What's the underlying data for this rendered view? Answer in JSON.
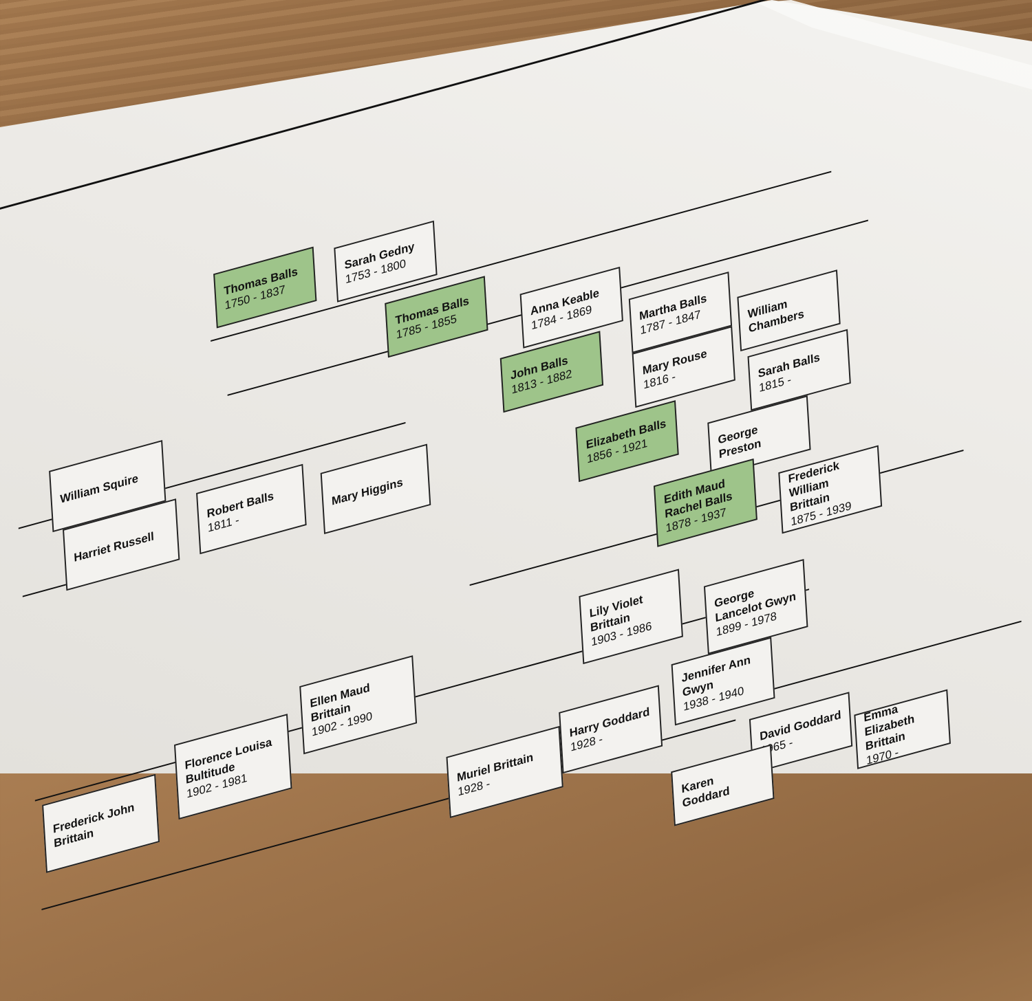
{
  "tree": {
    "people": [
      {
        "id": "thomas-balls-1750",
        "name": "Thomas Balls",
        "dates": "1750 - 1837",
        "highlight": true
      },
      {
        "id": "sarah-gedny",
        "name": "Sarah Gedny",
        "dates": "1753 - 1800",
        "highlight": false
      },
      {
        "id": "thomas-balls-1785",
        "name": "Thomas Balls",
        "dates": "1785 - 1855",
        "highlight": true
      },
      {
        "id": "anna-keable",
        "name": "Anna Keable",
        "dates": "1784 - 1869",
        "highlight": false
      },
      {
        "id": "martha-balls",
        "name": "Martha Balls",
        "dates": "1787 - 1847",
        "highlight": false
      },
      {
        "id": "william-chambers",
        "name": "William Chambers",
        "dates": "",
        "highlight": false
      },
      {
        "id": "john-balls",
        "name": "John Balls",
        "dates": "1813 - 1882",
        "highlight": true
      },
      {
        "id": "mary-rouse",
        "name": "Mary Rouse",
        "dates": "1816 -",
        "highlight": false
      },
      {
        "id": "sarah-balls",
        "name": "Sarah Balls",
        "dates": "1815 -",
        "highlight": false
      },
      {
        "id": "elizabeth-balls",
        "name": "Elizabeth Balls",
        "dates": "1856 - 1921",
        "highlight": true
      },
      {
        "id": "george-preston",
        "name": "George Preston",
        "dates": "",
        "highlight": false
      },
      {
        "id": "edith-maud-rachel-balls",
        "name": "Edith Maud Rachel Balls",
        "dates": "1878 - 1937",
        "highlight": true
      },
      {
        "id": "frederick-william-brittain",
        "name": "Frederick William Brittain",
        "dates": "1875 - 1939",
        "highlight": false
      },
      {
        "id": "william-squire",
        "name": "William Squire",
        "dates": "",
        "highlight": false
      },
      {
        "id": "robert-balls",
        "name": "Robert Balls",
        "dates": "1811 -",
        "highlight": false
      },
      {
        "id": "mary-higgins",
        "name": "Mary Higgins",
        "dates": "",
        "highlight": false
      },
      {
        "id": "harriet-russell",
        "name": "Harriet Russell",
        "dates": "",
        "highlight": false
      },
      {
        "id": "lily-violet-brittain",
        "name": "Lily Violet Brittain",
        "dates": "1903 - 1986",
        "highlight": false
      },
      {
        "id": "george-lancelot-gwyn",
        "name": "George Lancelot Gwyn",
        "dates": "1899 - 1978",
        "highlight": false
      },
      {
        "id": "jennifer-ann-gwyn",
        "name": "Jennifer Ann Gwyn",
        "dates": "1938 - 1940",
        "highlight": false
      },
      {
        "id": "harry-goddard",
        "name": "Harry Goddard",
        "dates": "1928 -",
        "highlight": false
      },
      {
        "id": "muriel-brittain",
        "name": "Muriel Brittain",
        "dates": "1928 -",
        "highlight": false
      },
      {
        "id": "david-goddard",
        "name": "David Goddard",
        "dates": "1965 -",
        "highlight": false
      },
      {
        "id": "emma-elizabeth-brittain",
        "name": "Emma Elizabeth Brittain",
        "dates": "1970 -",
        "highlight": false
      },
      {
        "id": "karen-goddard",
        "name": "Karen Goddard",
        "dates": "",
        "highlight": false
      },
      {
        "id": "ellen-maud-brittain",
        "name": "Ellen Maud Brittain",
        "dates": "1902 - 1990",
        "highlight": false
      },
      {
        "id": "florence-louisa-bultitude",
        "name": "Florence Louisa Bultitude",
        "dates": "1902 - 1981",
        "highlight": false
      },
      {
        "id": "frederick-john-brittain",
        "name": "Frederick John Brittain",
        "dates": "",
        "highlight": false
      }
    ]
  }
}
